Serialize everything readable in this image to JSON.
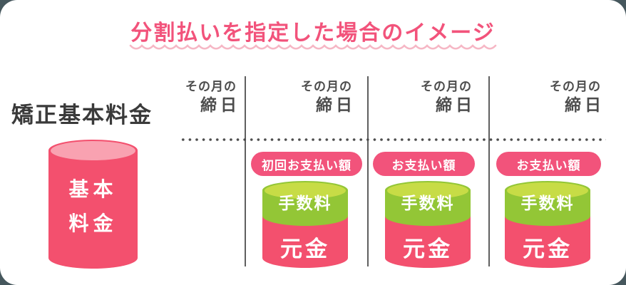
{
  "title": {
    "text": "分割払いを指定した場合のイメージ"
  },
  "left": {
    "heading": "矯正基本料金",
    "cylinder": {
      "label_line1": "基本",
      "label_line2": "料金"
    }
  },
  "columns": [
    {
      "header_line1": "その月の",
      "header_line2": "締日"
    },
    {
      "header_line1": "その月の",
      "header_line2": "締日",
      "badge": "初回お支払い額",
      "cylinder": {
        "fee": "手数料",
        "principal": "元金"
      }
    },
    {
      "header_line1": "その月の",
      "header_line2": "締日",
      "badge": "お支払い額",
      "cylinder": {
        "fee": "手数料",
        "principal": "元金"
      }
    },
    {
      "header_line1": "その月の",
      "header_line2": "締日",
      "badge": "お支払い額",
      "cylinder": {
        "fee": "手数料",
        "principal": "元金"
      }
    }
  ],
  "colors": {
    "outside_bg": "#46575d",
    "card_bg": "#ffffff",
    "pink": "#f2537b",
    "pink_underline": "#f6b7c5",
    "cyl_pink": "#f3506e",
    "cyl_pink_light": "#f9a2b1",
    "green": "#93c636",
    "green_light": "#c7dc46",
    "ink_dark": "#3a3a3a",
    "ink_gray": "#4c4c4c",
    "line_gray": "#5f5f5f"
  }
}
